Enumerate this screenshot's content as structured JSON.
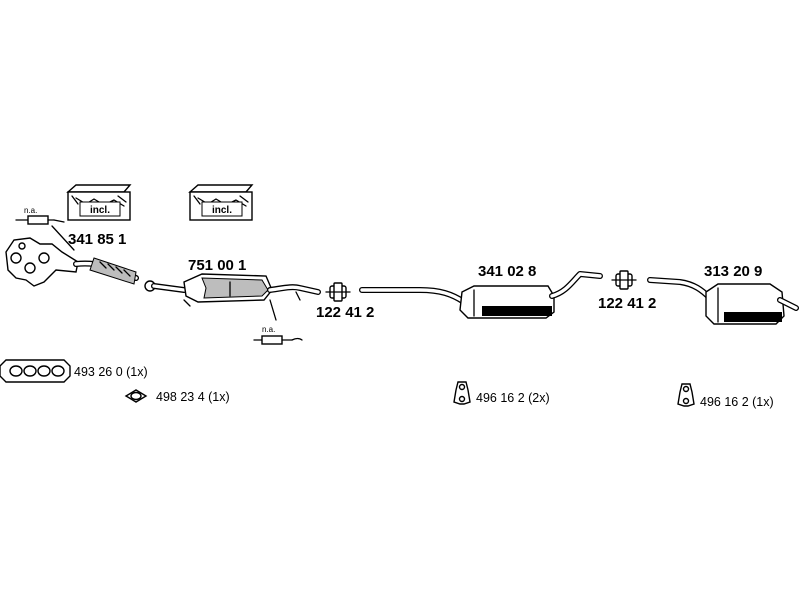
{
  "parts": {
    "manifold_pipe": "341 85 1",
    "catalyst": "751 00 1",
    "clamp_front": "122 41 2",
    "middle_silencer": "341 02 8",
    "clamp_rear": "122 41 2",
    "rear_silencer": "313 20 9"
  },
  "accessories": {
    "manifold_gasket": "493 26 0 (1x)",
    "ring_gasket": "498 23 4 (1x)",
    "mount_middle": "496 16 2 (2x)",
    "mount_rear": "496 16 2 (1x)"
  },
  "sensor_labels": {
    "upper": "n.a.",
    "lower": "n.a."
  },
  "kit_labels": {
    "kit1": "incl.",
    "kit2": "incl."
  }
}
